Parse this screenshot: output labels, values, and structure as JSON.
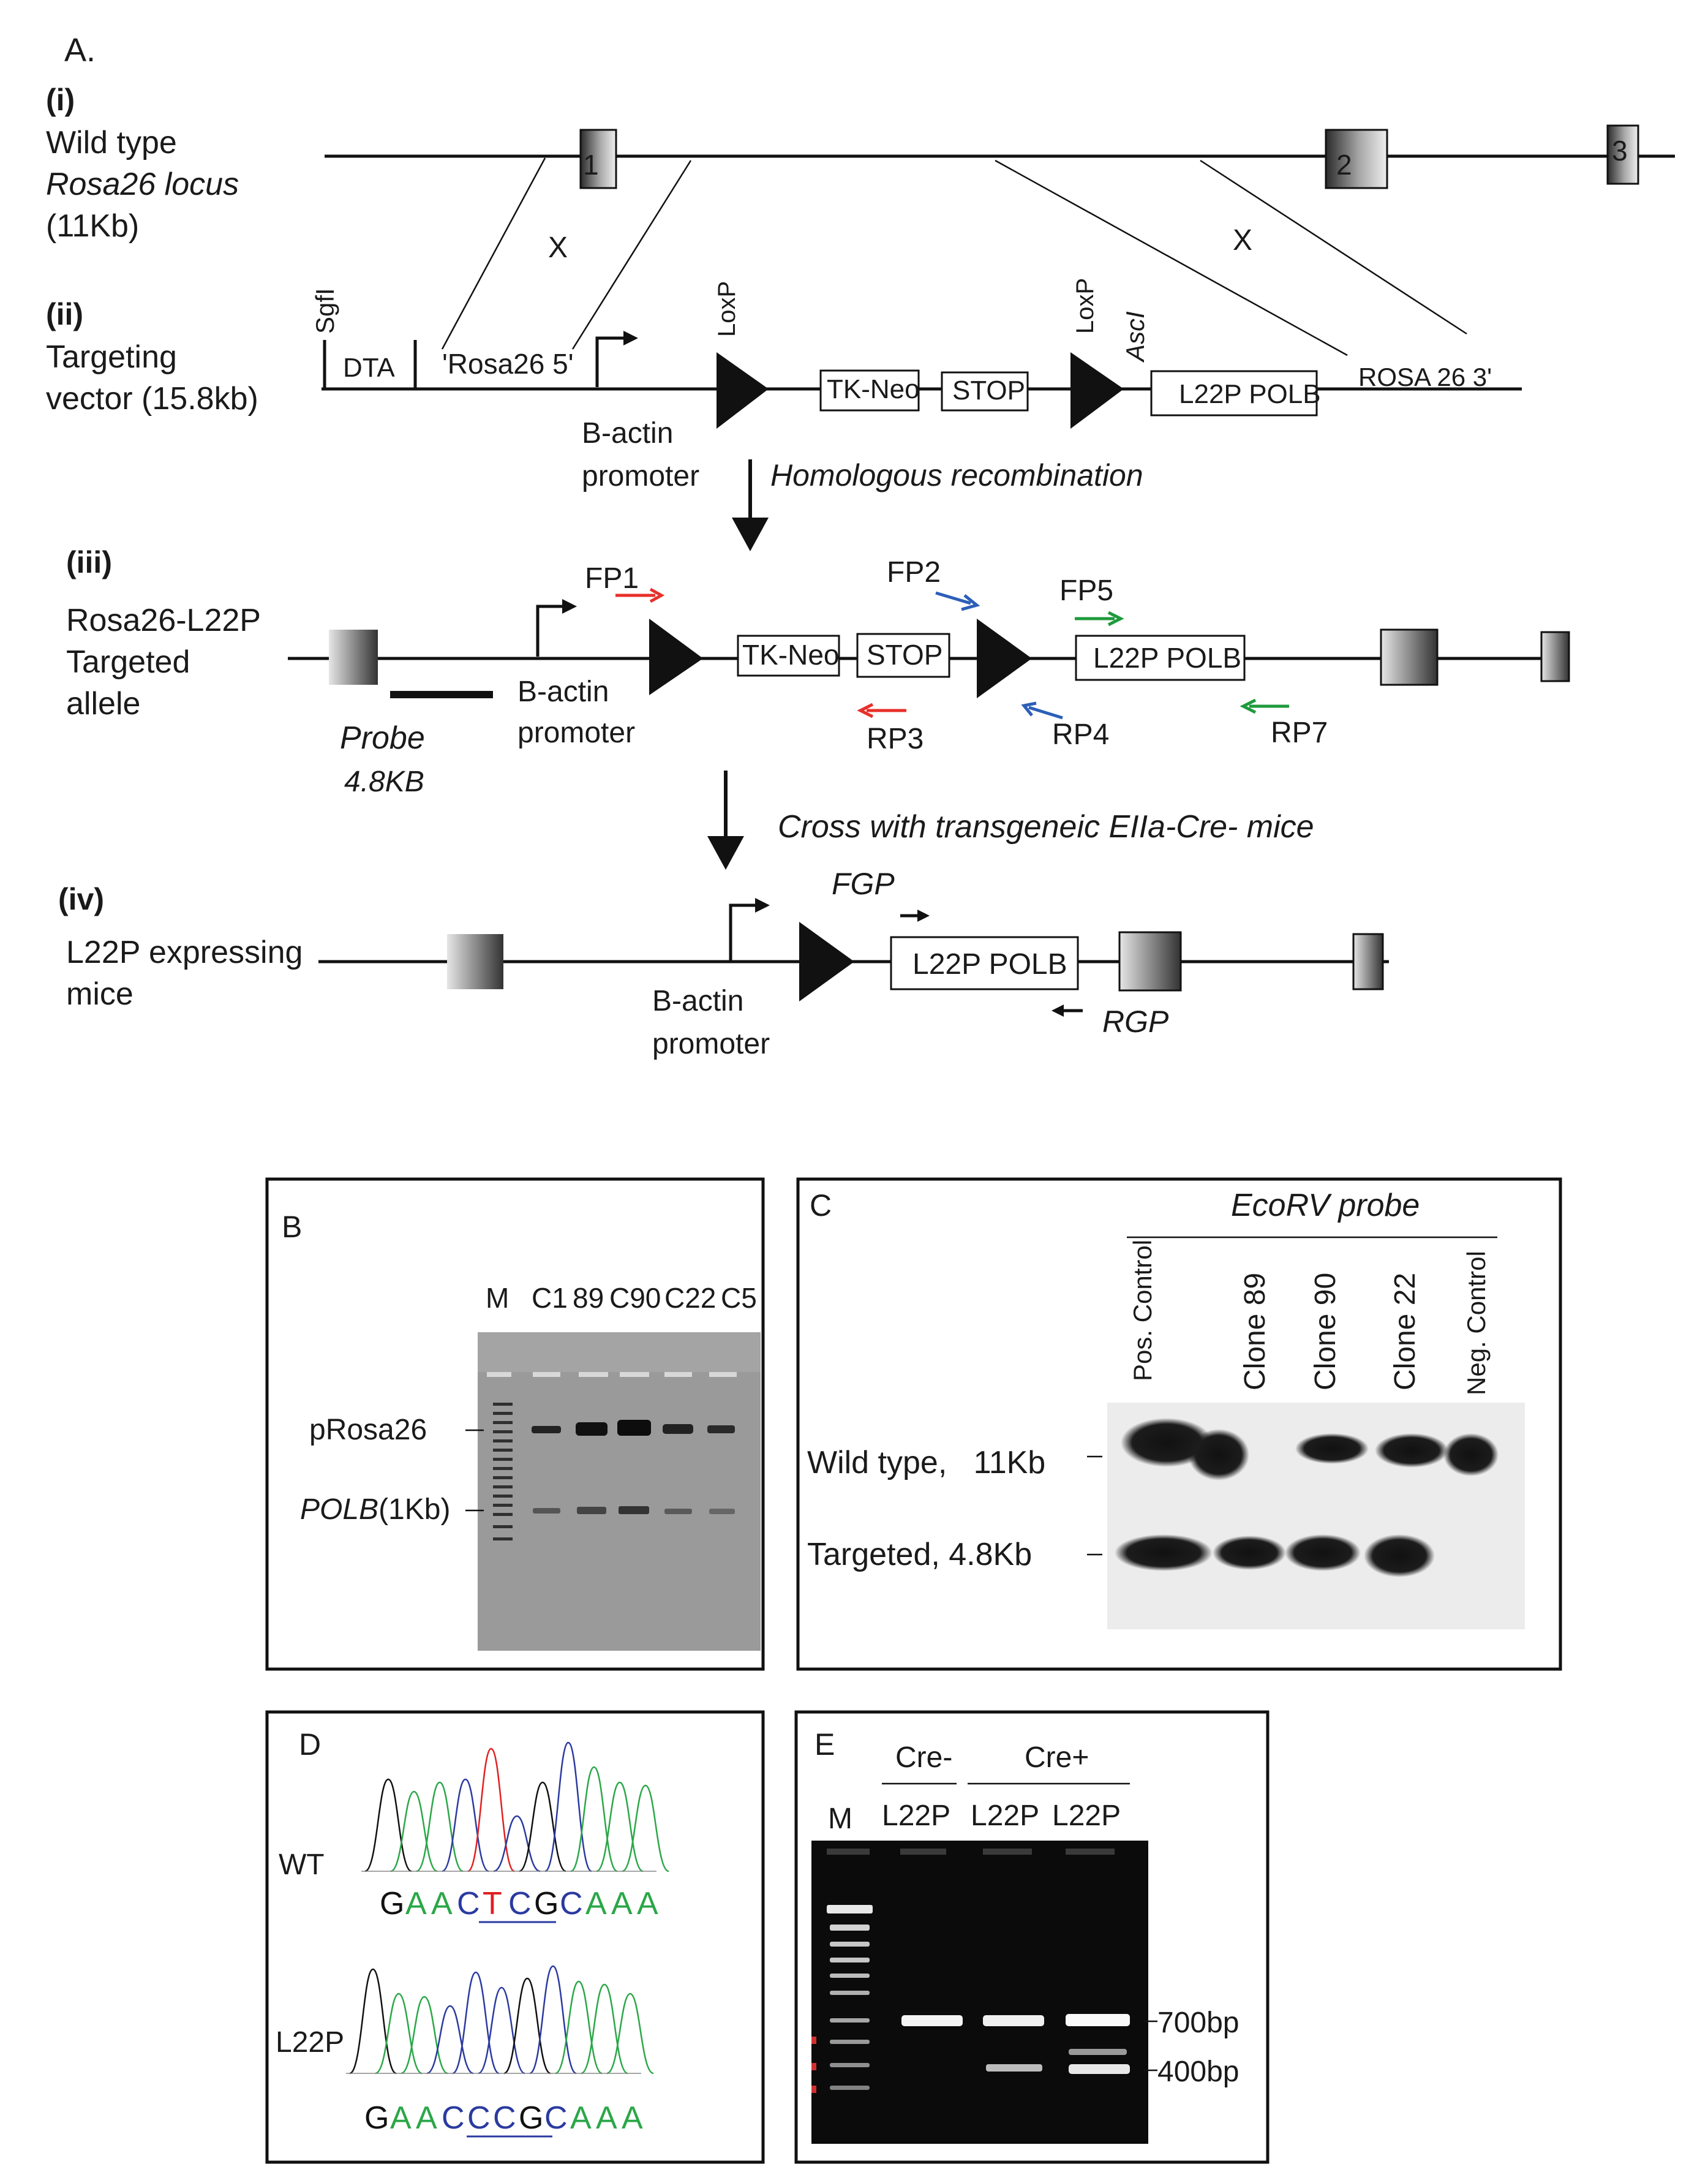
{
  "panelA": {
    "label": "A.",
    "i": {
      "tag": "(i)",
      "line1": "Wild type",
      "line2": "Rosa26 locus",
      "line3": "(11Kb)",
      "exons": [
        "1",
        "2",
        "3"
      ],
      "cross": "X"
    },
    "ii": {
      "tag": "(ii)",
      "line1": "Targeting",
      "line2": "vector (15.8kb)",
      "sgfi": "SgfI",
      "dta": "DTA",
      "rosa5": "'Rosa26 5'",
      "loxp": "LoxP",
      "tkneo": "TK-Neo",
      "stop": "STOP",
      "asci": "AscI",
      "l22p": "L22P POLB",
      "rosa3": "ROSA 26 3'",
      "promoter1": "B-actin",
      "promoter2": "promoter"
    },
    "step1": "Homologous recombination",
    "iii": {
      "tag": "(iii)",
      "line1": "Rosa26-L22P",
      "line2": "Targeted",
      "line3": "allele",
      "fp1": "FP1",
      "fp2": "FP2",
      "fp5": "FP5",
      "rp3": "RP3",
      "rp4": "RP4",
      "rp7": "RP7",
      "tkneo": "TK-Neo",
      "stop": "STOP",
      "l22p": "L22P POLB",
      "probe": "Probe",
      "probe_size": "4.8KB",
      "promoter1": "B-actin",
      "promoter2": "promoter"
    },
    "step2": "Cross with transgeneic EIIa-Cre- mice",
    "iv": {
      "tag": "(iv)",
      "line1": "L22P expressing",
      "line2": "mice",
      "fgp": "FGP",
      "rgp": "RGP",
      "l22p": "L22P POLB",
      "promoter1": "B-actin",
      "promoter2": "promoter"
    }
  },
  "panelB": {
    "label": "B",
    "lanes": [
      "M",
      "C1",
      "89",
      "C90",
      "C22",
      "C5"
    ],
    "band_top": "pRosa26",
    "band_bottom_italic": "POLB",
    "band_bottom_rest": "(1Kb)"
  },
  "panelC": {
    "label": "C",
    "header": "EcoRV probe",
    "lanes": [
      "Pos. Control",
      "Clone 89",
      "Clone 90",
      "Clone 22",
      "Neg. Control"
    ],
    "row1": "Wild type,   11Kb",
    "row2": "Targeted, 4.8Kb"
  },
  "panelD": {
    "label": "D",
    "wt_label": "WT",
    "wt_seq": [
      "G",
      "A",
      "A",
      "C",
      "T",
      "C",
      "G",
      "C",
      "A",
      "A",
      "A"
    ],
    "mut_label": "L22P",
    "mut_seq": [
      "G",
      "A",
      "A",
      "C",
      "C",
      "C",
      "G",
      "C",
      "A",
      "A",
      "A"
    ]
  },
  "panelE": {
    "label": "E",
    "group1": "Cre-",
    "group2": "Cre+",
    "lanes": [
      "M",
      "L22P",
      "L22P",
      "L22P"
    ],
    "marker1": "700bp",
    "marker2": "400bp"
  },
  "colors": {
    "red_arrow": "#e8302a",
    "blue_arrow": "#2c5fb8",
    "green_arrow": "#1f9a3c",
    "A": "#2aa748",
    "C": "#2a3aa0",
    "G": "#111111",
    "T": "#e02020"
  }
}
